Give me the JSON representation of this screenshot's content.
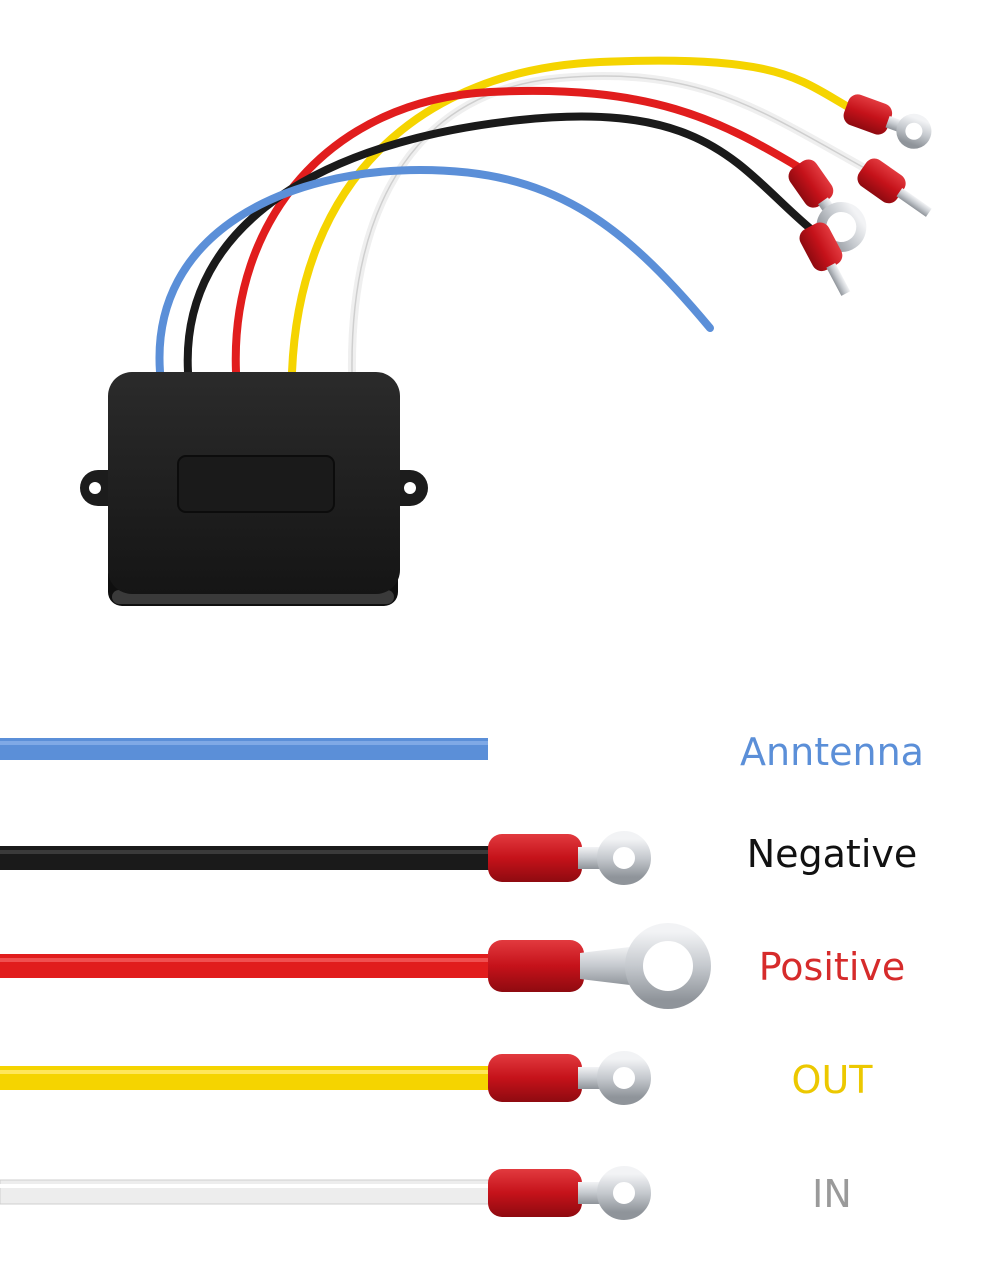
{
  "wires": [
    {
      "key": "antenna",
      "label": "Anntenna",
      "wire_color": "#5b8fd8",
      "label_color": "#5b8fd8",
      "terminal": "none"
    },
    {
      "key": "negative",
      "label": "Negative",
      "wire_color": "#1a1a1a",
      "label_color": "#111111",
      "terminal": "small-ring"
    },
    {
      "key": "positive",
      "label": "Positive",
      "wire_color": "#e11d1d",
      "label_color": "#d62b2b",
      "terminal": "large-ring"
    },
    {
      "key": "out",
      "label": "OUT",
      "wire_color": "#f5d400",
      "label_color": "#ecc800",
      "terminal": "small-ring"
    },
    {
      "key": "in",
      "label": "IN",
      "wire_color": "#ededed",
      "label_color": "#9a9a9a",
      "terminal": "small-ring"
    }
  ],
  "colors": {
    "housing": "#1e1e1e",
    "terminal_insulation": "#c8131b",
    "terminal_metal": "#c9cdd2"
  },
  "icons": {
    "receiver": "receiver-box-icon",
    "terminal": "ring-terminal-icon"
  }
}
